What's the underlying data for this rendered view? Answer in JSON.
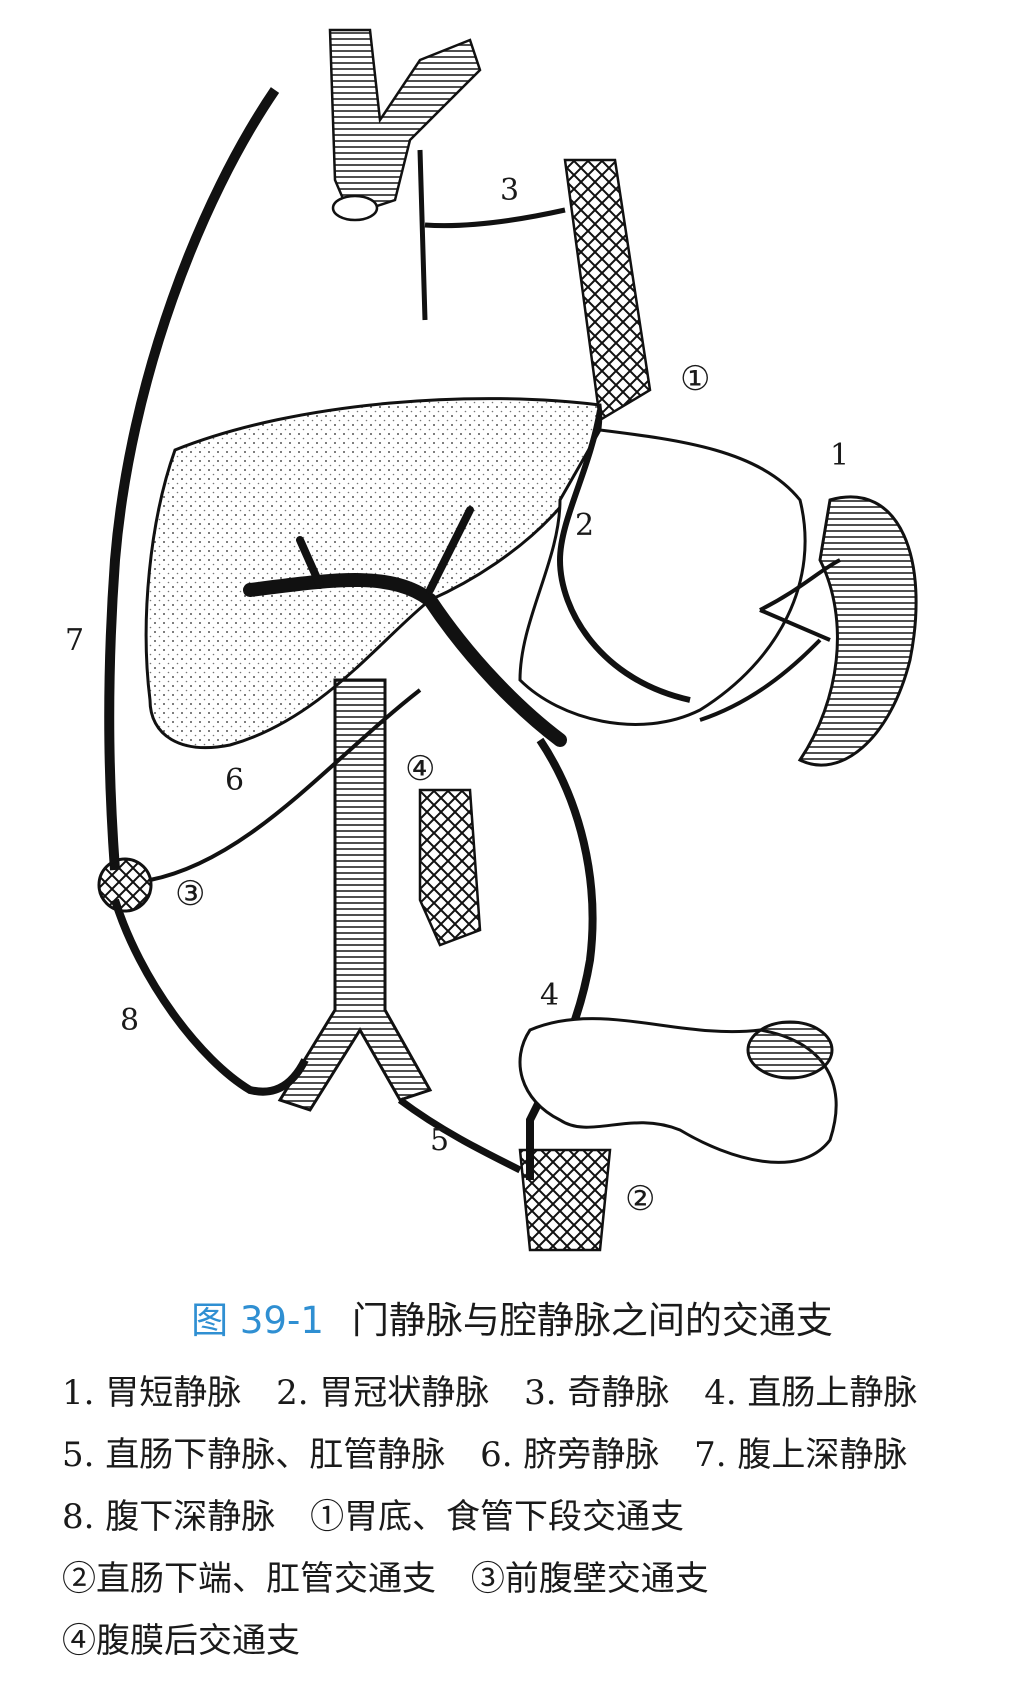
{
  "figure": {
    "labels": {
      "n1": "1",
      "n2": "2",
      "n3": "3",
      "n4": "4",
      "n5": "5",
      "n6": "6",
      "n7": "7",
      "n8": "8",
      "c1": "①",
      "c2": "②",
      "c3": "③",
      "c4": "④"
    }
  },
  "caption": {
    "number": "图 39-1",
    "title": "门静脉与腔静脉之间的交通支"
  },
  "legend": [
    "1. 胃短静脉",
    "2. 胃冠状静脉",
    "3. 奇静脉",
    "4. 直肠上静脉",
    "5. 直肠下静脉、肛管静脉",
    "6. 脐旁静脉",
    "7. 腹上深静脉",
    "8. 腹下深静脉",
    "①胃底、食管下段交通支",
    "②直肠下端、肛管交通支",
    "③前腹壁交通支",
    "④腹膜后交通支"
  ]
}
